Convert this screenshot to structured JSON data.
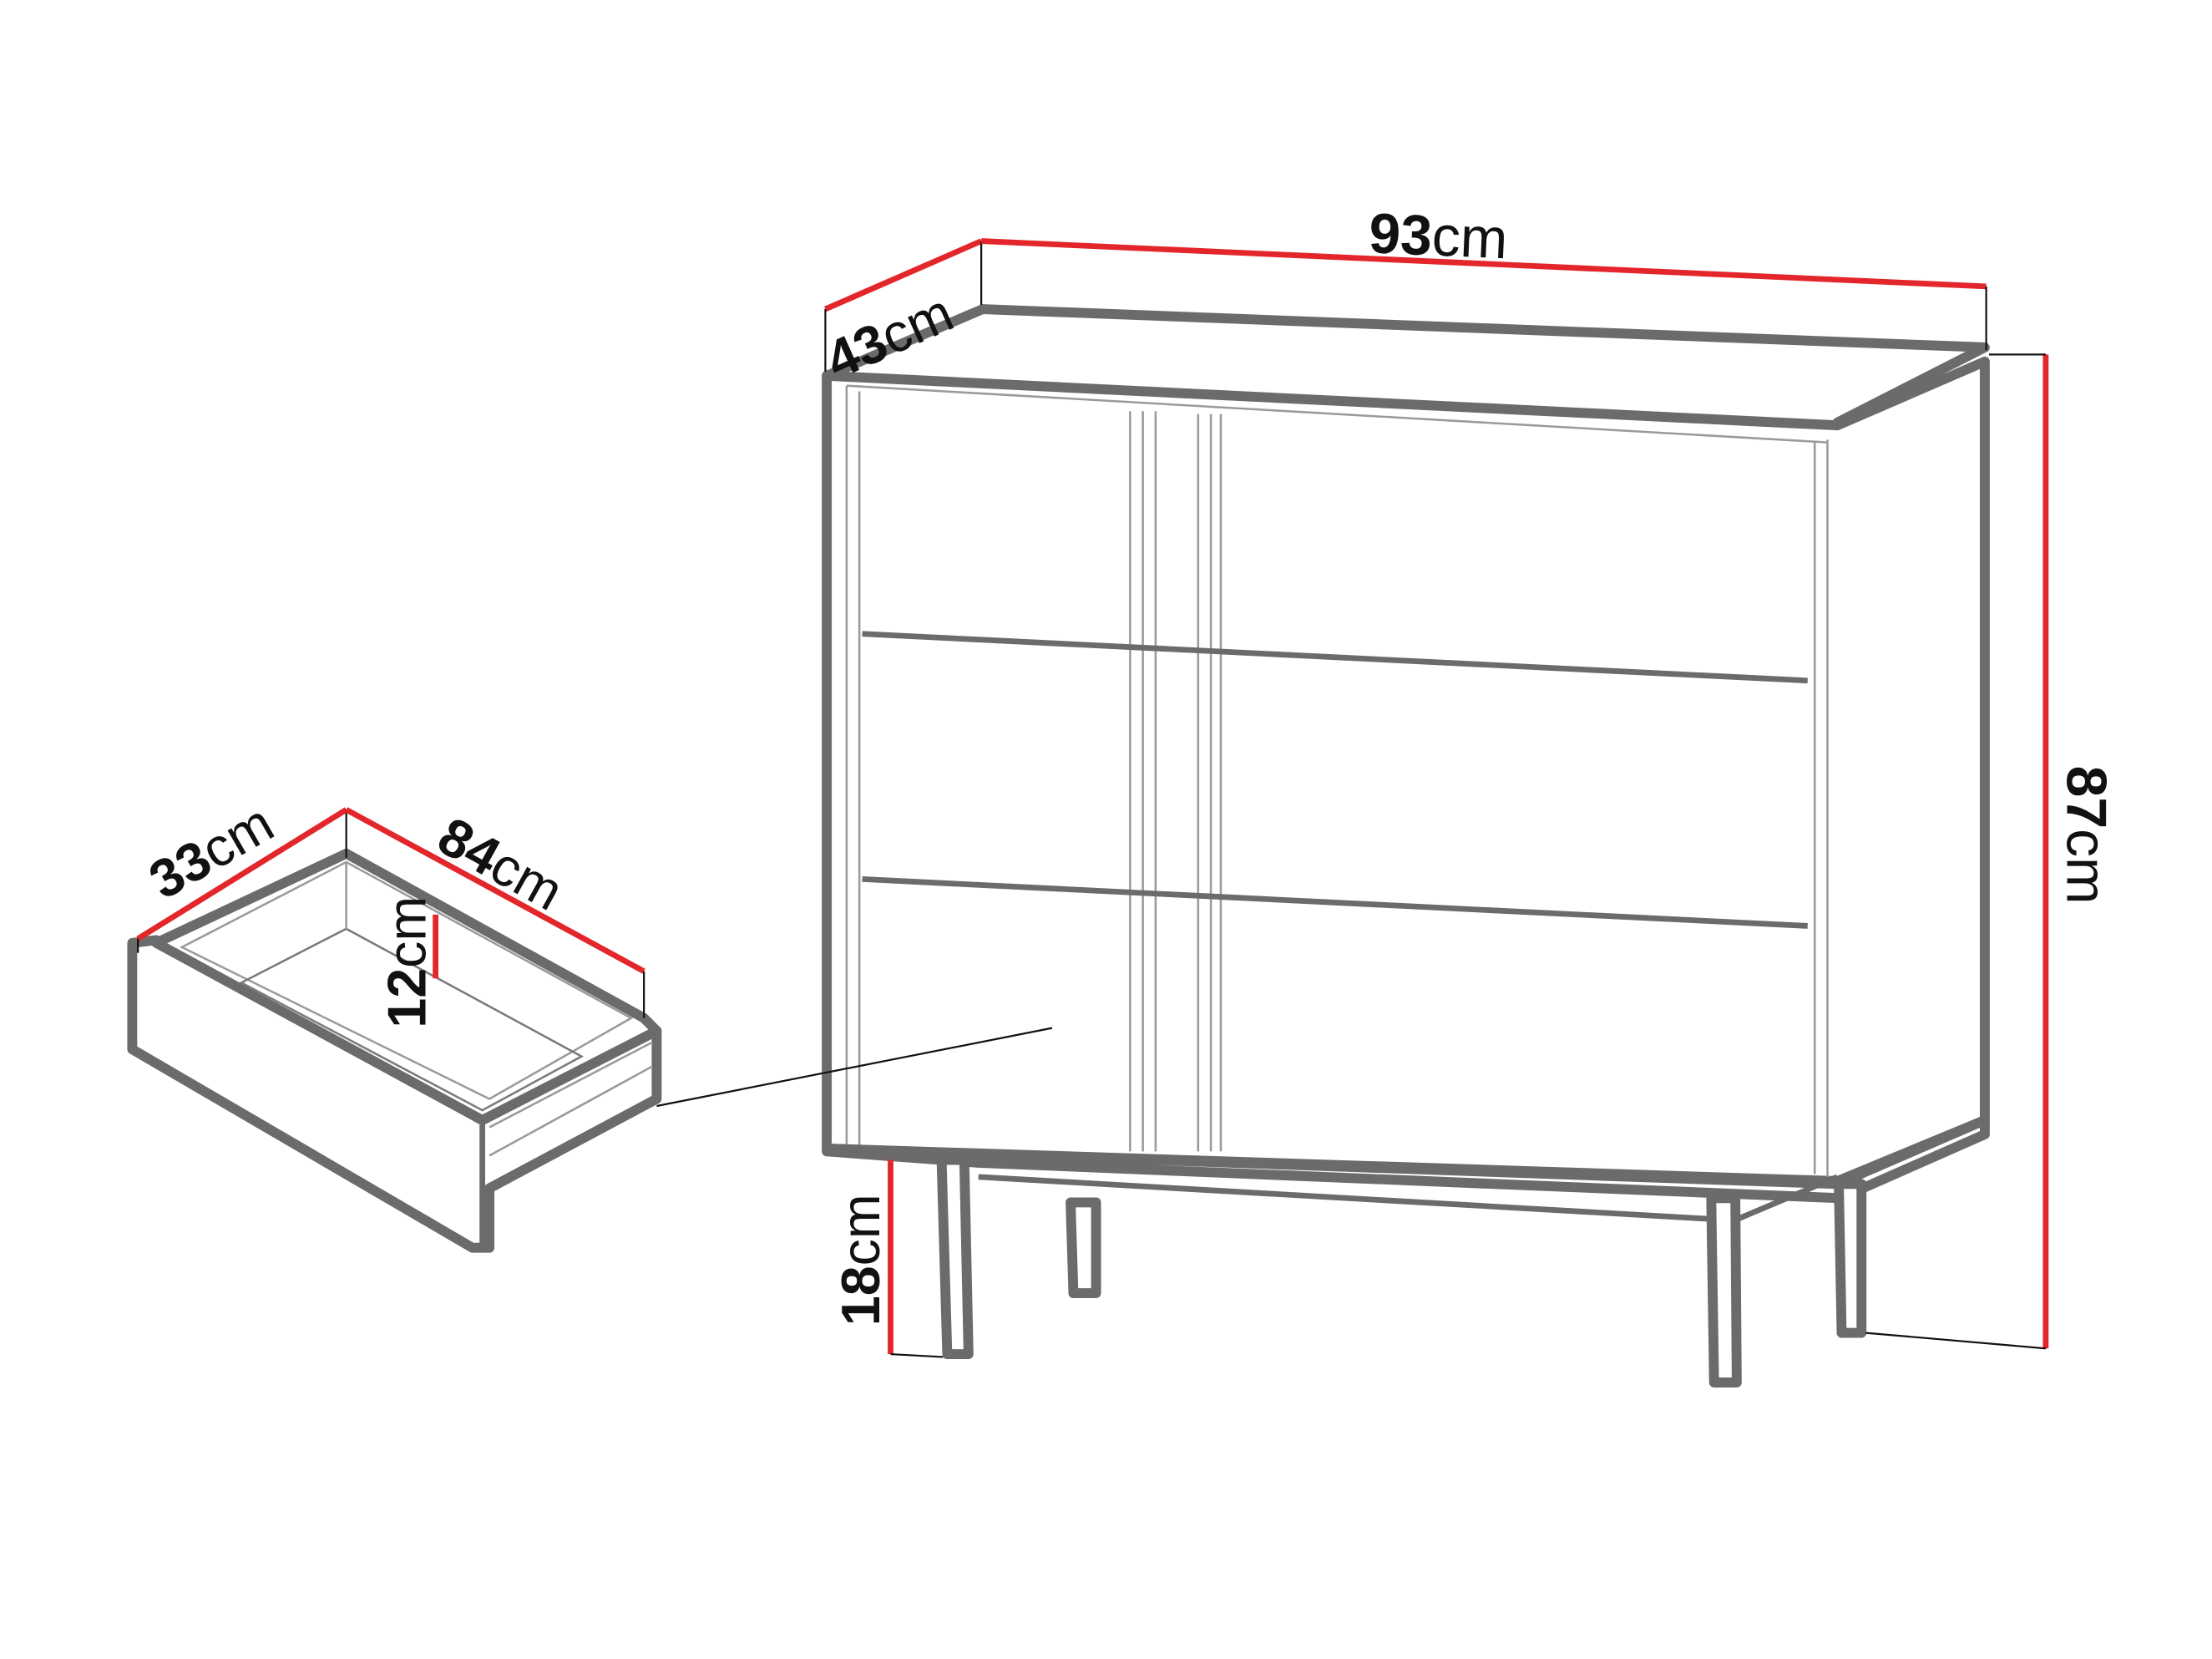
{
  "diagram": {
    "subject": "chest of drawers with detail of pulled-out drawer",
    "accent_color": "#e3262b",
    "outline_color": "#6b6b6b",
    "dimensions": {
      "depth": {
        "value": "43",
        "unit": "cm"
      },
      "width": {
        "value": "93",
        "unit": "cm"
      },
      "height": {
        "value": "87",
        "unit": "cm"
      },
      "leg_height": {
        "value": "18",
        "unit": "cm"
      }
    },
    "drawer": {
      "depth": {
        "value": "33",
        "unit": "cm"
      },
      "width": {
        "value": "84",
        "unit": "cm"
      },
      "height": {
        "value": "12",
        "unit": "cm"
      }
    },
    "drawer_count": 3
  }
}
